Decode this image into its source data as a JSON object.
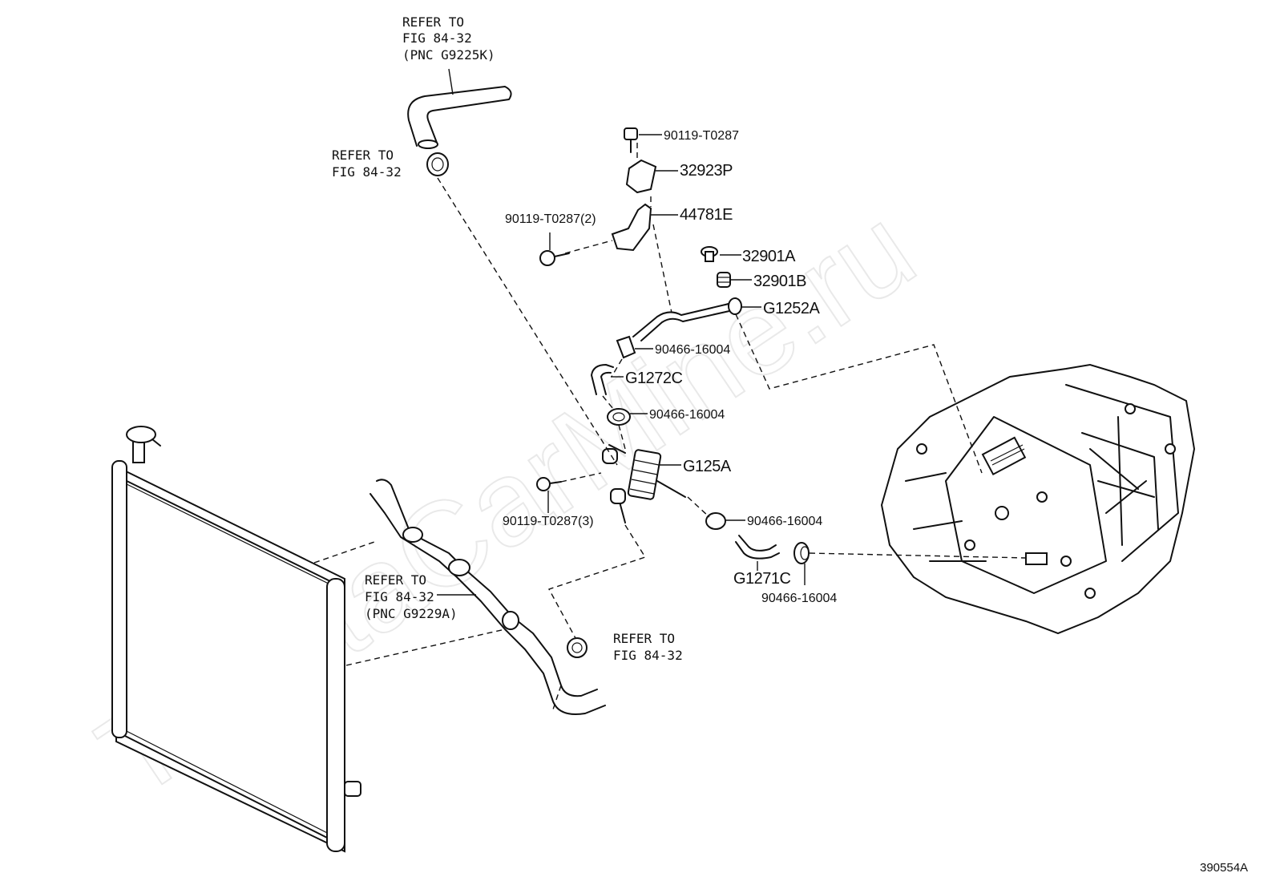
{
  "watermark": "ToyotaCarMine.ru",
  "figure_id": "390554A",
  "refs": {
    "top": [
      "REFER TO",
      "FIG 84-32",
      "(PNC G9225K)"
    ],
    "clamp_top": [
      "REFER TO",
      "FIG 84-32"
    ],
    "hose_mid": [
      "REFER TO",
      "FIG 84-32",
      "(PNC G9229A)"
    ],
    "clamp_bottom": [
      "REFER TO",
      "FIG 84-32"
    ]
  },
  "parts": {
    "bolt_top": "90119-T0287",
    "bracket_32923P": "32923P",
    "bracket_44781E": "44781E",
    "bolt_2": "90119-T0287(2)",
    "plug_32901A": "32901A",
    "gasket_32901B": "32901B",
    "pipe_G1252A": "G1252A",
    "clamp_1": "90466-16004",
    "hose_G1272C": "G1272C",
    "clamp_2": "90466-16004",
    "cooler_G125A": "G125A",
    "bolt_3": "90119-T0287(3)",
    "clamp_3": "90466-16004",
    "hose_G1271C": "G1271C",
    "clamp_4": "90466-16004"
  }
}
